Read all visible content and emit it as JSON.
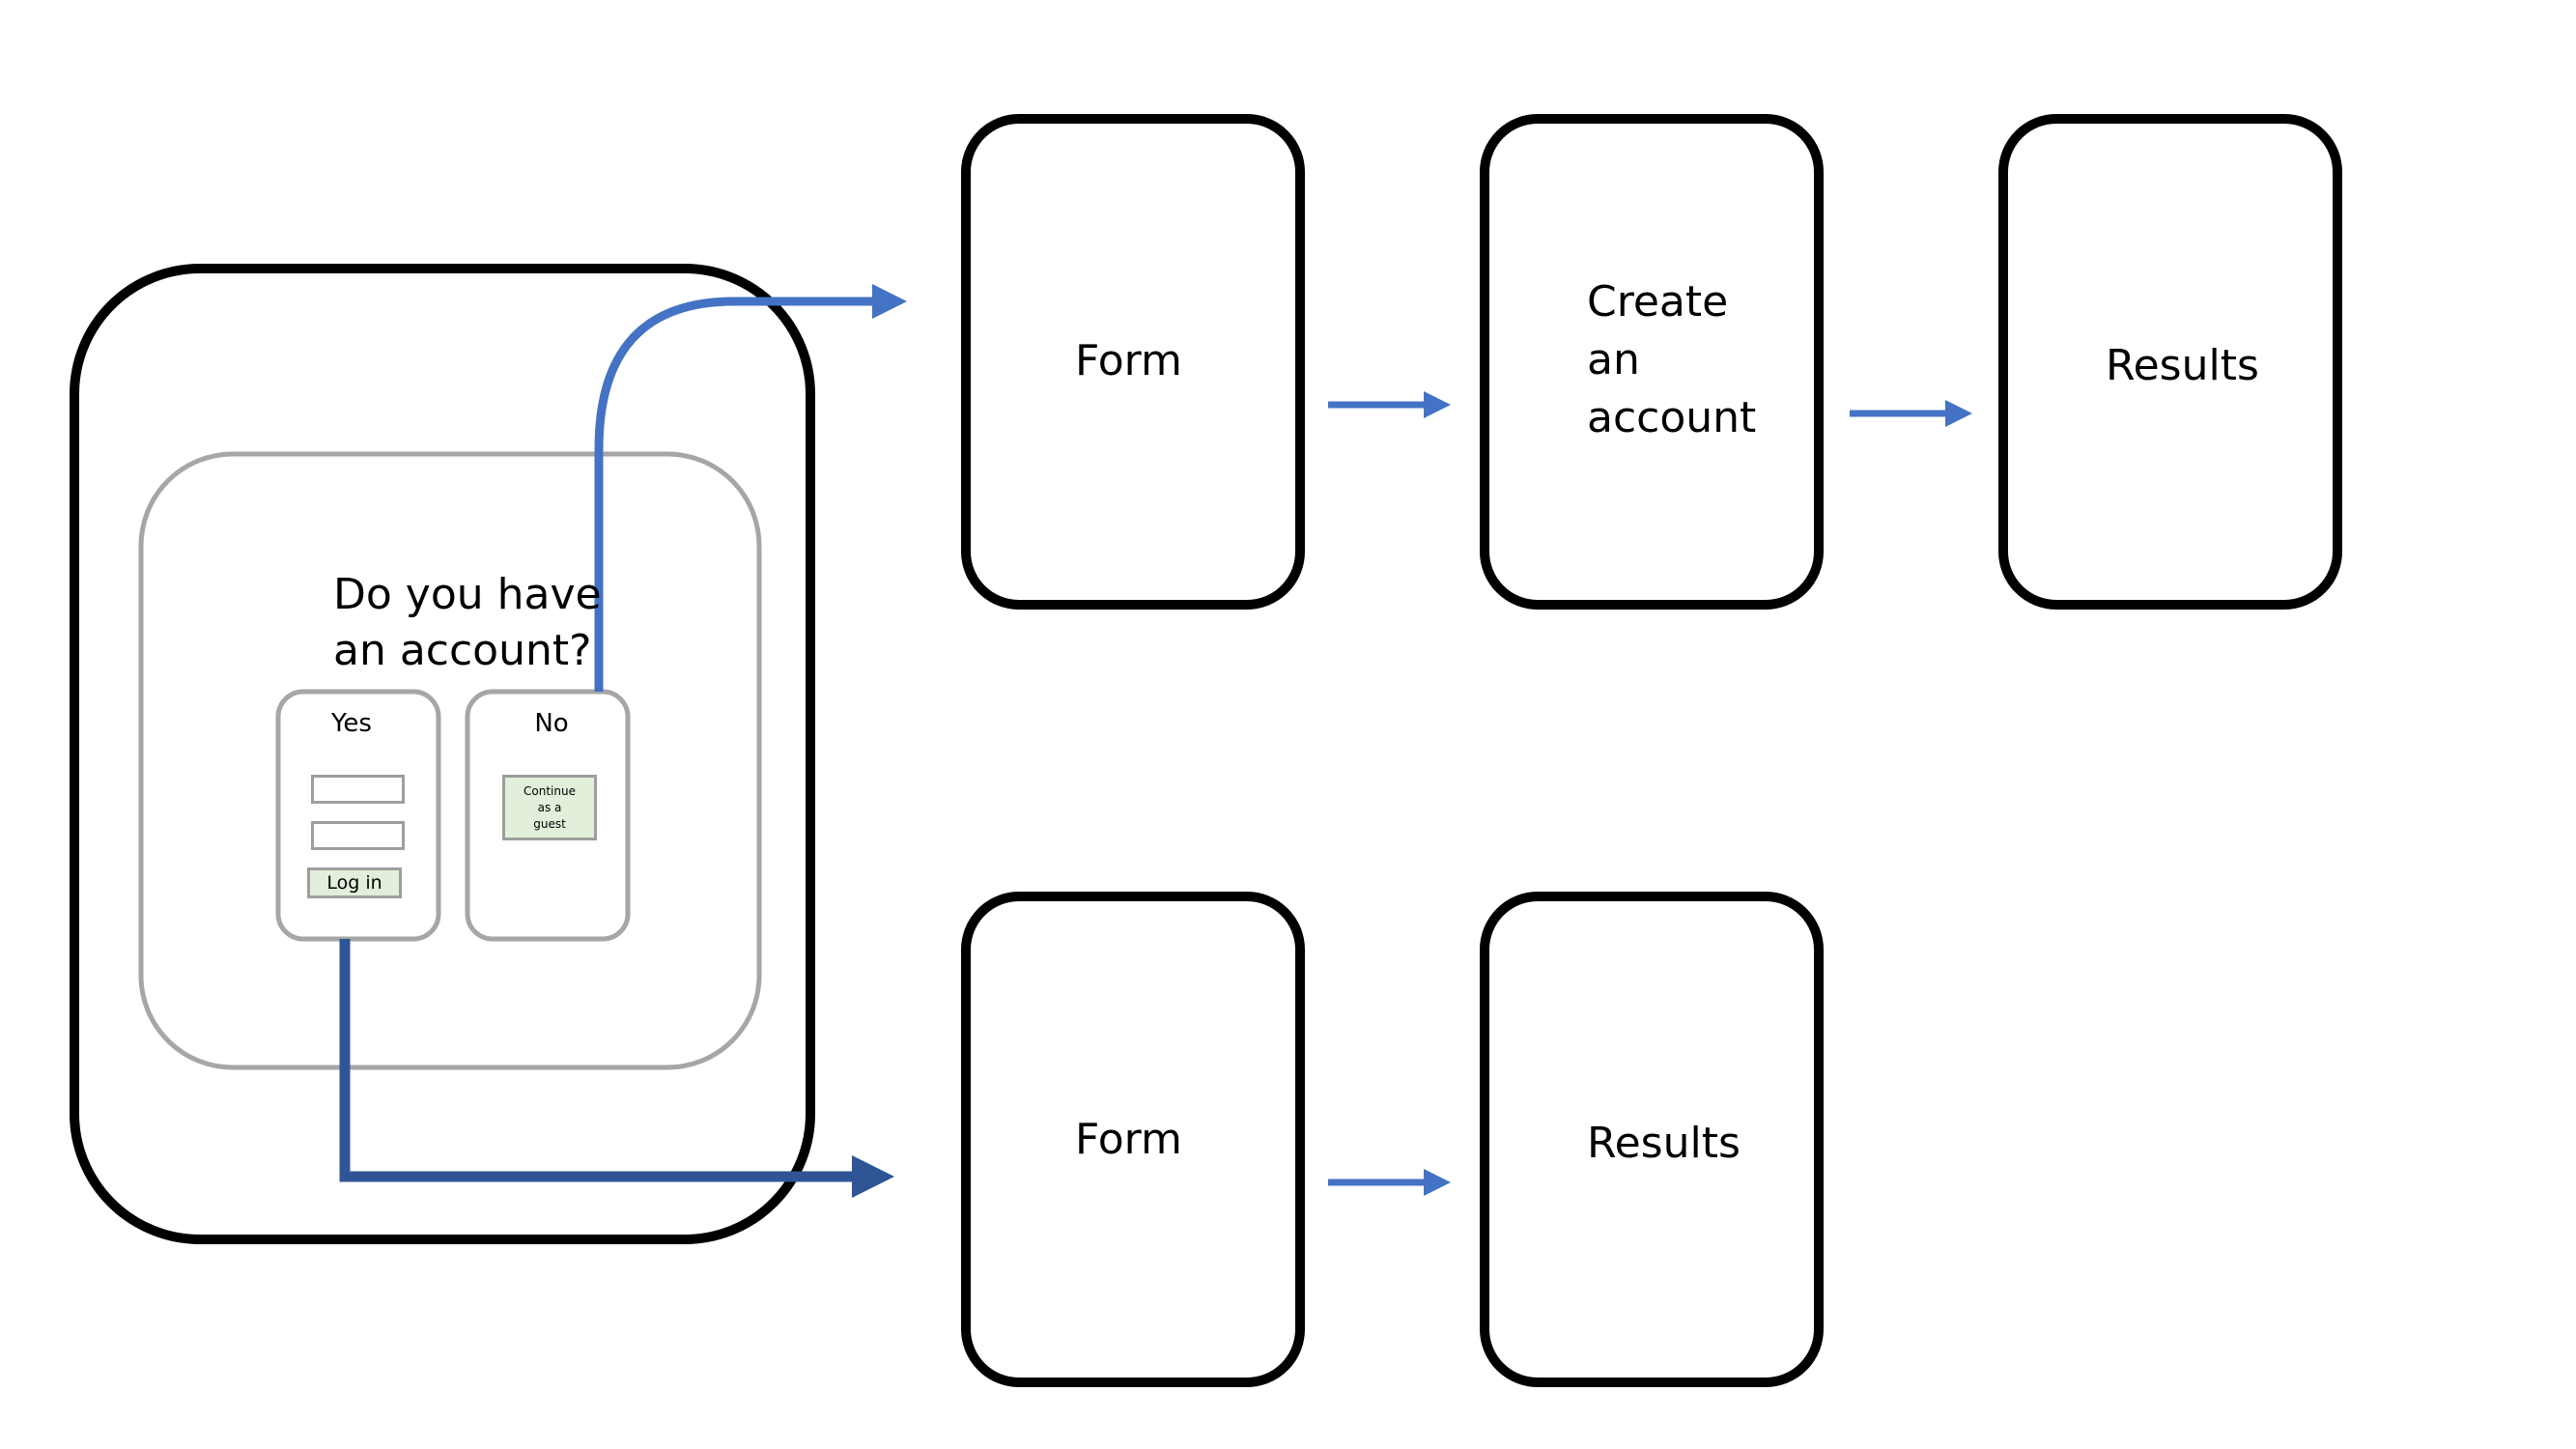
{
  "question": {
    "line1": "Do you have",
    "line2": "an account?"
  },
  "options": {
    "yes": {
      "label": "Yes",
      "button_label": "Log in"
    },
    "no": {
      "label": "No",
      "button_line1": "Continue",
      "button_line2": "as a",
      "button_line3": "guest"
    }
  },
  "top_flow": {
    "form_label": "Form",
    "create_line1": "Create",
    "create_line2": "an",
    "create_line3": "account",
    "results_label": "Results"
  },
  "bottom_flow": {
    "form_label": "Form",
    "results_label": "Results"
  },
  "colors": {
    "box_border": "#000000",
    "inner_border": "#a6a6a6",
    "arrow_blue": "#4472c4",
    "arrow_dark_blue": "#2f5597",
    "button_fill": "#e2efda"
  }
}
